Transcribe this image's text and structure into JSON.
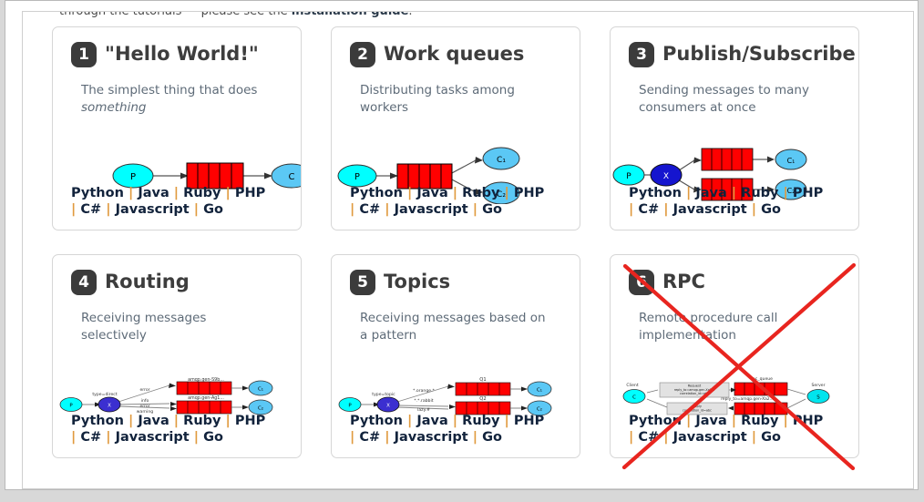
{
  "intro": {
    "before": "through the tutorials — please see the ",
    "link_text": "installation guide",
    "after": "."
  },
  "links_row1": {
    "l1": "Python",
    "s1": "|",
    "l2": "Java",
    "s2": "|",
    "l3": "Ruby",
    "s3": "|",
    "l4": "PHP"
  },
  "links_row2": {
    "s4": "|",
    "l5": "C#",
    "s5": "|",
    "l6": "Javascript",
    "s6": "|",
    "l7": "Go"
  },
  "cards": [
    {
      "number": "1",
      "title": "\"Hello World!\"",
      "desc_plain": "The simplest thing that does ",
      "desc_em": "something",
      "diagram": {
        "producer": "P",
        "consumers": [
          "C"
        ],
        "queues": [
          ""
        ],
        "exchange": null,
        "labels": []
      }
    },
    {
      "number": "2",
      "title": "Work queues",
      "desc_plain": "Distributing tasks among workers",
      "desc_em": "",
      "diagram": {
        "producer": "P",
        "consumers": [
          "C₁",
          "C₂"
        ],
        "queues": [
          ""
        ],
        "exchange": null,
        "labels": []
      }
    },
    {
      "number": "3",
      "title": "Publish/Subscribe",
      "desc_plain": "Sending messages to many consumers at once",
      "desc_em": "",
      "diagram": {
        "producer": "P",
        "exchange": "X",
        "consumers": [
          "C₁",
          "C₂"
        ],
        "queues": [
          "",
          ""
        ],
        "labels": []
      }
    },
    {
      "number": "4",
      "title": "Routing",
      "desc_plain": "Receiving messages selectively",
      "desc_em": "",
      "diagram": {
        "producer": "P",
        "exchange": "X",
        "exchange_type": "type=direct",
        "consumers": [
          "C₁",
          "C₂"
        ],
        "queues": [
          "amqp.gen-S9b...",
          "amqp.gen-Ag1..."
        ],
        "labels": [
          "error",
          "info",
          "error",
          "warning"
        ]
      }
    },
    {
      "number": "5",
      "title": "Topics",
      "desc_plain": "Receiving messages based on a pattern",
      "desc_em": "",
      "diagram": {
        "producer": "P",
        "exchange": "X",
        "exchange_type": "type=topic",
        "consumers": [
          "C₁",
          "C₂"
        ],
        "queues": [
          "Q1",
          "Q2"
        ],
        "labels": [
          "*.orange.*",
          "*.*.rabbit",
          "lazy.#"
        ]
      }
    },
    {
      "number": "6",
      "title": "RPC",
      "desc_plain": "Remote procedure call implementation",
      "desc_em": "",
      "crossed_out": true,
      "diagram": {
        "client_label": "Client",
        "server_label": "Server",
        "client": "C",
        "server": "S",
        "request_box": "Request\nreply_to=amqp.gen-Xa2...\ncorrelation_id=abc",
        "reply_box": "Reply\ncorrelation_id=abc",
        "queues": [
          "rpc_queue",
          "reply_to=amqp.gen-Xa2..."
        ],
        "labels": []
      }
    }
  ],
  "colors": {
    "badge": "#3b3b3b",
    "title": "#3d3d3d",
    "desc": "#5e6b78",
    "link": "#12233c",
    "separator": "#e09a3e",
    "queue_red": "#ff0000",
    "producer_cyan": "#00ffff",
    "consumer_blue": "#5bc8f5",
    "exchange_blue": "#1515cf",
    "cross_red": "#e8251f",
    "card_border": "#d6d6d6",
    "page_bg": "#d8d8d8"
  }
}
